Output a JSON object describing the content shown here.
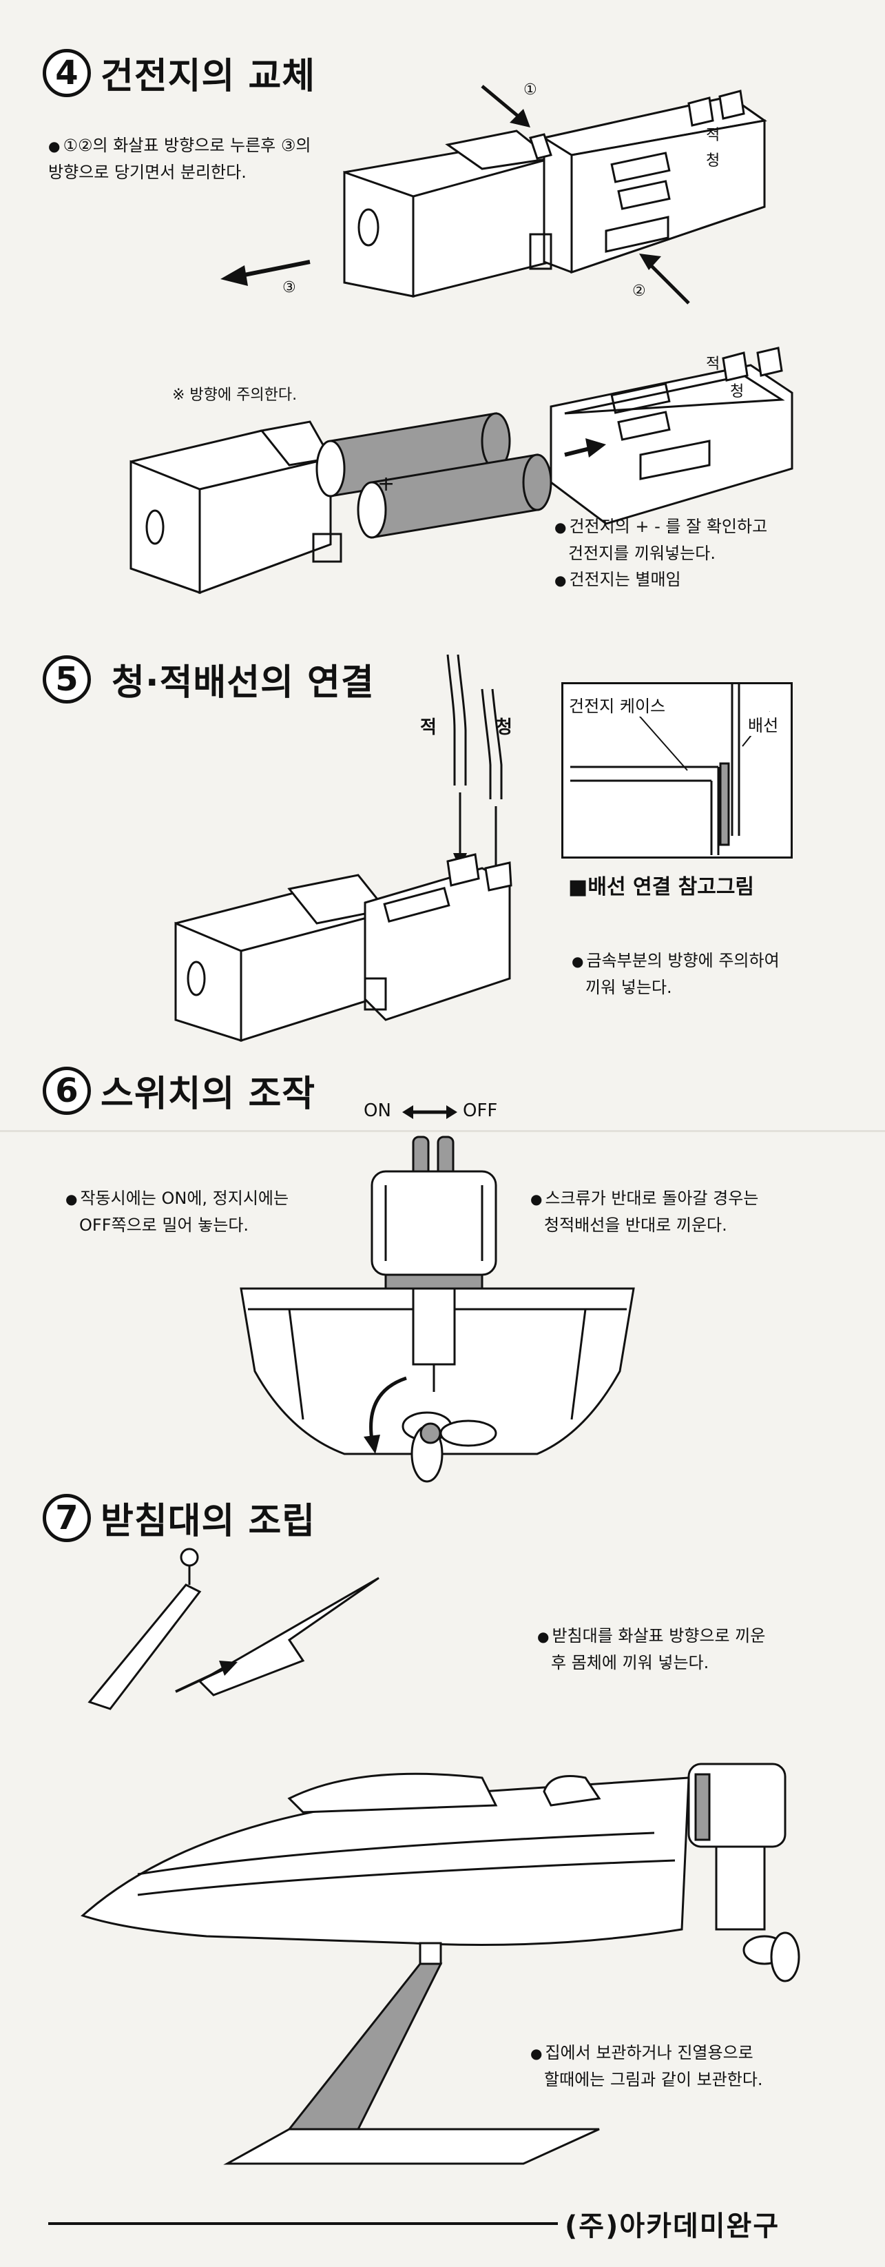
{
  "s4": {
    "num": "4",
    "title": "건전지의 교체",
    "note_line1": "①②의 화살표 방향으로 누른후 ③의",
    "note_line2": "방향으로 당기면서 분리한다.",
    "m1": "①",
    "m2": "②",
    "m3": "③",
    "red": "적",
    "blue": "청",
    "caution": "※ 방향에 주의한다.",
    "check_line1": "건전지의 + - 를 잘 확인하고",
    "check_line2": "건전지를 끼워넣는다.",
    "sold": "건전지는 별매임"
  },
  "s5": {
    "num": "5",
    "title": "청·적배선의 연결",
    "red": "적",
    "blue": "청",
    "case_label": "건전지 케이스",
    "wire_label": "배선",
    "ref_title": "■배선 연결 참고그림",
    "note_line1": "금속부분의 방향에 주의하여",
    "note_line2": "끼워 넣는다."
  },
  "s6": {
    "num": "6",
    "title": "스위치의 조작",
    "on": "ON",
    "off": "OFF",
    "left_line1": "작동시에는 ON에, 정지시에는",
    "left_line2": "OFF쪽으로 밀어 놓는다.",
    "right_line1": "스크류가 반대로 돌아갈 경우는",
    "right_line2": "청적배선을 반대로 끼운다."
  },
  "s7": {
    "num": "7",
    "title": "받침대의 조립",
    "stand_line1": "받침대를 화살표 방향으로 끼운",
    "stand_line2": "후 몸체에 끼워 넣는다.",
    "store_line1": "집에서 보관하거나 진열용으로",
    "store_line2": "할때에는 그림과 같이 보관한다."
  },
  "footer": {
    "brand": "(주)아카데미완구"
  }
}
